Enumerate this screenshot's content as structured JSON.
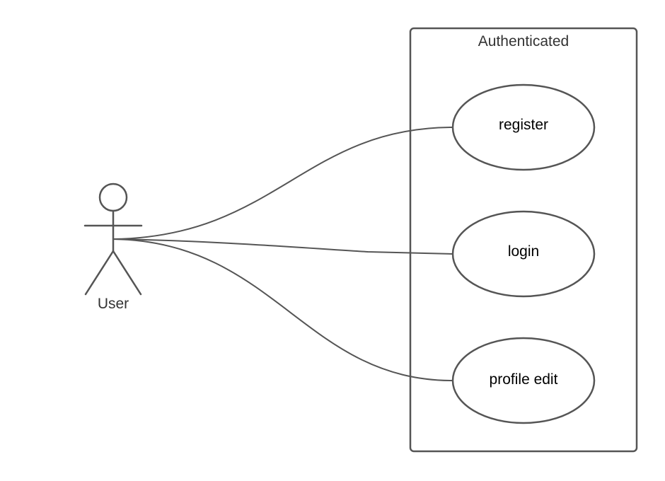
{
  "diagram": {
    "type": "use-case",
    "boundary": {
      "title": "Authenticated"
    },
    "actor": {
      "label": "User"
    },
    "use_cases": [
      {
        "label": "register"
      },
      {
        "label": "login"
      },
      {
        "label": "profile edit"
      }
    ],
    "associations": [
      {
        "from": "User",
        "to": "register"
      },
      {
        "from": "User",
        "to": "login"
      },
      {
        "from": "User",
        "to": "profile edit"
      }
    ],
    "colors": {
      "stroke": "#555555",
      "background": "#ffffff",
      "text": "#000000"
    }
  }
}
